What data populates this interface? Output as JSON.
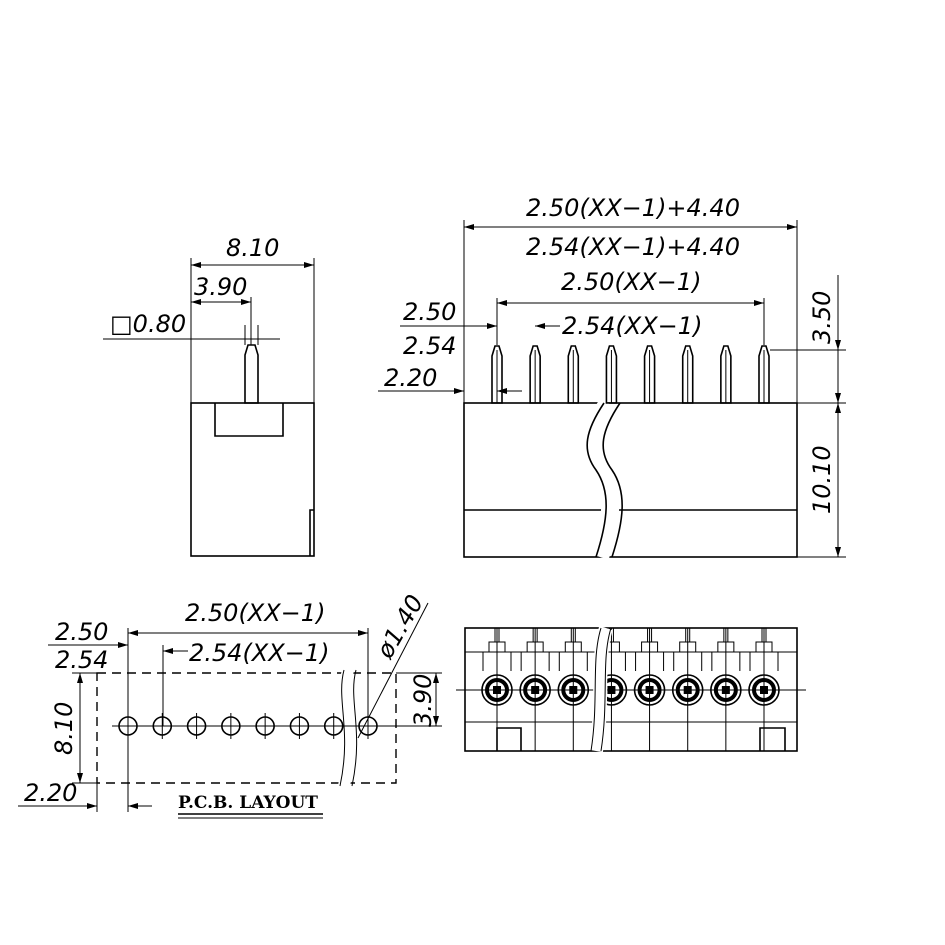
{
  "side_view": {
    "width_total": "8.10",
    "pin_offset": "3.90",
    "pin_size": "□0.80"
  },
  "front_view": {
    "overall_250": "2.50(XX−1)+4.40",
    "overall_254": "2.54(XX−1)+4.40",
    "span_250": "2.50(XX−1)",
    "span_254": "2.54(XX−1)",
    "pitch_250": "2.50",
    "pitch_254": "2.54",
    "edge": "2.20",
    "pin_height": "3.50",
    "body_height": "10.10",
    "pin_count": 8
  },
  "pcb_layout": {
    "pitch_250": "2.50",
    "pitch_254": "2.54",
    "span_250": "2.50(XX−1)",
    "span_254": "2.54(XX−1)",
    "hole_dia": "ø1.40",
    "height": "8.10",
    "row_offset": "3.90",
    "edge": "2.20",
    "title": "P.C.B. LAYOUT",
    "hole_count": 8
  },
  "bottom_view": {
    "contact_count": 8
  }
}
